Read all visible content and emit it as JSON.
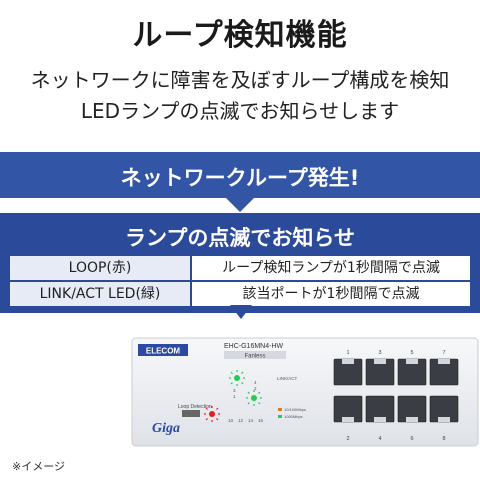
{
  "title": "ループ検知機能",
  "subtitle": {
    "line1": "ネットワークに障害を及ぼすループ構成を検知",
    "line2": "LEDランプの点滅でお知らせします"
  },
  "banner": "ネットワークループ発生!",
  "panel": {
    "title": "ランプの点滅でお知らせ",
    "rows": [
      {
        "label": "LOOP(赤)",
        "description": "ループ検知ランプが1秒間隔で点滅"
      },
      {
        "label": "LINK/ACT LED(緑)",
        "description": "該当ポートが1秒間隔で点滅"
      }
    ]
  },
  "device": {
    "brand": "ELECOM",
    "model": "EHC-G16MN4-HW",
    "model_sub": "Fanless",
    "logo": "Giga",
    "loop_label": "Loop Detection",
    "link_label": "LINK/ACT",
    "speed_label1": "10/100Mbps",
    "speed_label2": "1000Mbps",
    "led_numbers_top": [
      "3",
      "1",
      "4",
      "2"
    ],
    "led_numbers_bottom": [
      "10",
      "12",
      "14",
      "16"
    ],
    "port_numbers_top": [
      "1",
      "3",
      "5",
      "7"
    ],
    "port_numbers_bottom": [
      "2",
      "4",
      "6",
      "8"
    ],
    "accent_red": "#e02020",
    "accent_green": "#22cc55"
  },
  "footnote": "※イメージ"
}
